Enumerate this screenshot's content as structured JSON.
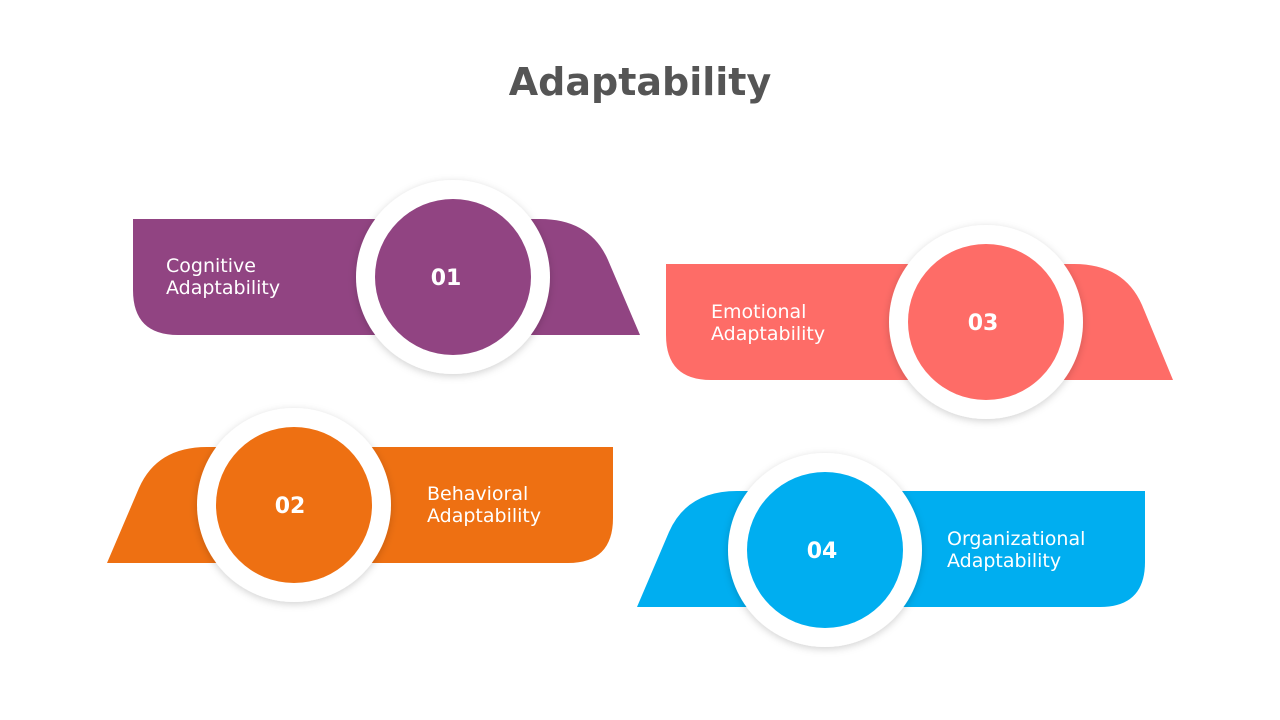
{
  "title": "Adaptability",
  "items": [
    {
      "number": "01",
      "line1": "Cognitive",
      "line2": "Adaptability",
      "color": "#914482"
    },
    {
      "number": "02",
      "line1": "Behavioral",
      "line2": "Adaptability",
      "color": "#EE7012"
    },
    {
      "number": "03",
      "line1": "Emotional",
      "line2": "Adaptability",
      "color": "#FE6C67"
    },
    {
      "number": "04",
      "line1": "Organizational",
      "line2": "Adaptability",
      "color": "#00AEF0"
    }
  ]
}
